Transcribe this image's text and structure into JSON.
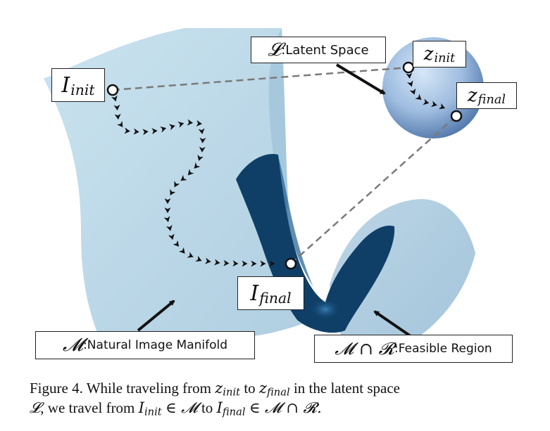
{
  "colors": {
    "manifold_light": "#bcd9e8",
    "manifold_mid": "#a9cbe0",
    "feasible_dark": "#0f3f67",
    "feasible_deep": "#0a2f52",
    "sphere_center": "#c3daf2",
    "sphere_edge": "#5d84b4",
    "dashed_line": "#7a7a7a"
  },
  "labels": {
    "i_init": {
      "base": "I",
      "sub": "init"
    },
    "i_final": {
      "base": "I",
      "sub": "final"
    },
    "z_init": {
      "base": "z",
      "sub": "init"
    },
    "z_final": {
      "base": "z",
      "sub": "final"
    },
    "latent_space": {
      "symbol": "𝓛",
      "text": ":Latent Space"
    },
    "natural_manifold": {
      "symbol": "𝓜",
      "text": ":Natural Image Manifold"
    },
    "feasible_region": {
      "symbol": "𝓜 ∩ 𝓡",
      "text": ":Feasible Region"
    }
  },
  "caption": {
    "prefix": "Figure 4. While traveling from",
    "z_init": "z",
    "z_init_sub": "init",
    "to": "to",
    "z_final": "z",
    "z_final_sub": "final",
    "mid": "in the latent space",
    "L": "𝓛",
    "travel": ", we travel from",
    "I_init": "I",
    "I_init_sub": "init",
    "in1": "∈ 𝓜",
    "to2": "to",
    "I_final": "I",
    "I_final_sub": "final",
    "in2": "∈ 𝓜 ∩ 𝓡."
  }
}
